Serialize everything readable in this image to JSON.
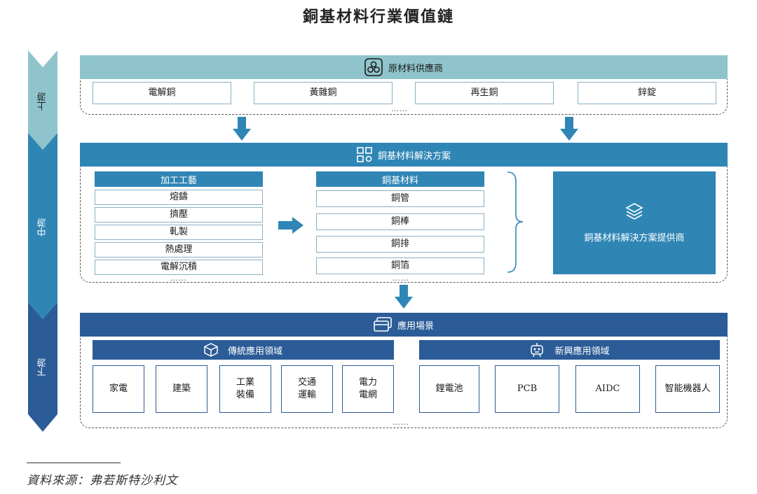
{
  "title": "銅基材料行業價值鏈",
  "stages": {
    "upstream": "上游",
    "midstream": "中游",
    "downstream": "下游"
  },
  "upstream": {
    "header": "原材料供應商",
    "items": [
      "電解銅",
      "黃雜銅",
      "再生銅",
      "鋅錠"
    ],
    "more": "……"
  },
  "midstream": {
    "header": "銅基材料解決方案",
    "process": {
      "title": "加工工藝",
      "items": [
        "熔鑄",
        "擠壓",
        "軋製",
        "熱處理",
        "電解沉積"
      ],
      "more": "……"
    },
    "materials": {
      "title": "銅基材料",
      "items": [
        "銅管",
        "銅棒",
        "銅排",
        "銅箔"
      ],
      "more": "……"
    },
    "provider": "銅基材料解決方案提供商"
  },
  "downstream": {
    "header": "應用場景",
    "traditional": {
      "title": "傳統應用領域",
      "items": [
        [
          "家電"
        ],
        [
          "建築"
        ],
        [
          "工業",
          "裝備"
        ],
        [
          "交通",
          "運輸"
        ],
        [
          "電力",
          "電網"
        ]
      ]
    },
    "emerging": {
      "title": "新興應用領域",
      "items": [
        "鋰電池",
        "PCB",
        "AIDC",
        "智能機器人"
      ]
    },
    "more": "……"
  },
  "source": "資料來源：弗若斯特沙利文",
  "colors": {
    "upstream": "#8fc4cc",
    "midstream": "#2f86b5",
    "downstream": "#2b5c97"
  }
}
